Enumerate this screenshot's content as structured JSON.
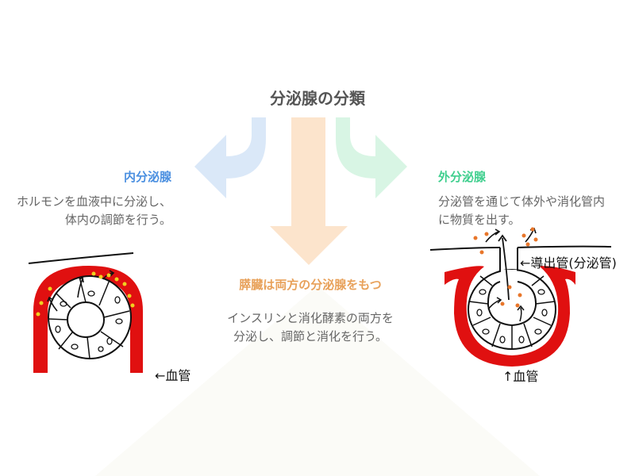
{
  "title": "分泌腺の分類",
  "endocrine": {
    "heading": "内分泌腺",
    "lines": [
      "ホルモンを血液中に分泌し、",
      "体内の調節を行う。"
    ],
    "vessel_label": "←血管"
  },
  "exocrine": {
    "heading": "外分泌腺",
    "lines": [
      "分泌管を通じて体外や消化管内",
      "に物質を出す。"
    ],
    "duct_label": "←導出管(分泌管)",
    "vessel_label": "↑血管"
  },
  "pancreas": {
    "heading": "膵臓は両方の分泌腺をもつ",
    "lines": [
      "インスリンと消化酵素の両方を",
      "分泌し、調節と消化を行う。"
    ]
  },
  "colors": {
    "endocrine": "#4a8fe0",
    "exocrine": "#3fcf8e",
    "pancreas": "#e8a15a",
    "blood_vessel": "#e01010"
  }
}
